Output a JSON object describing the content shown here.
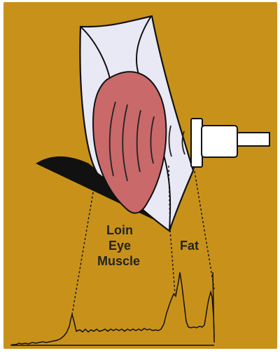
{
  "colors": {
    "background": "#C8921A",
    "muscle": "#C9696A",
    "fat_layer": "#E8E9F4",
    "outline": "#111111",
    "probe": "#FFFFFF"
  },
  "labels": {
    "muscle_line1": "Loin",
    "muscle_line2": "Eye",
    "muscle_line3": "Muscle",
    "fat": "Fat"
  },
  "icons": {
    "probe": "ultrasound-probe-icon"
  }
}
